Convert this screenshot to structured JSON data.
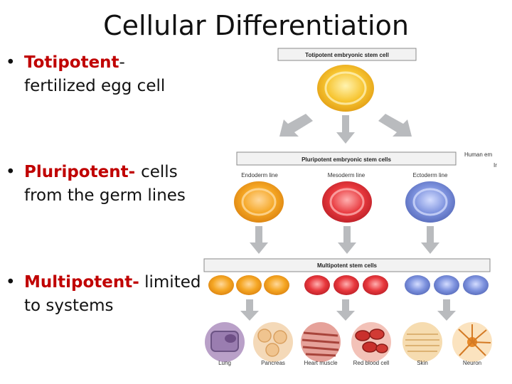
{
  "slide": {
    "title": "Cellular Differentiation",
    "bullets": [
      {
        "term": "Totipotent",
        "text": "- fertilized egg cell"
      },
      {
        "term": "Pluripotent- ",
        "text": "cells from the germ lines"
      },
      {
        "term": "Multipotent-",
        "text": " limited to systems"
      }
    ]
  },
  "diagram": {
    "totipotent_label": "Totipotent embryonic stem cell",
    "pluripotent_label": "Pluripotent embryonic stem cells",
    "multipotent_label": "Multipotent stem cells",
    "germ_lines": [
      "Endoderm line",
      "Mesoderm line",
      "Ectoderm line"
    ],
    "side_note_1": "Human em",
    "side_note_2": "Ir",
    "cell_types": [
      "Lung",
      "Pancreas",
      "Heart muscle",
      "Red blood cell",
      "Skin",
      "Neuron"
    ],
    "colors": {
      "endoderm": "#f5a623",
      "mesoderm": "#e8383d",
      "ectoderm": "#6f87d6",
      "totipotent": "#f7c531",
      "arrow": "#b9bbbe"
    }
  }
}
